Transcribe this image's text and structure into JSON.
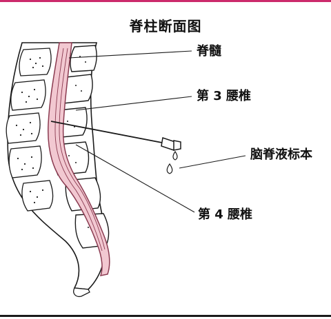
{
  "title": "脊柱断面图",
  "labels": {
    "spinal_cord": "脊髓",
    "lumbar_3": "第 3 腰椎",
    "csf_sample": "脑脊液标本",
    "lumbar_4": "第 4 腰椎"
  },
  "colors": {
    "accent_rule": "#cc2a6b",
    "cord_pink": "#f2c8d1",
    "cord_stroke": "#8a3a50",
    "bone_fill": "#ffffff",
    "ink": "#1a1a1a"
  }
}
